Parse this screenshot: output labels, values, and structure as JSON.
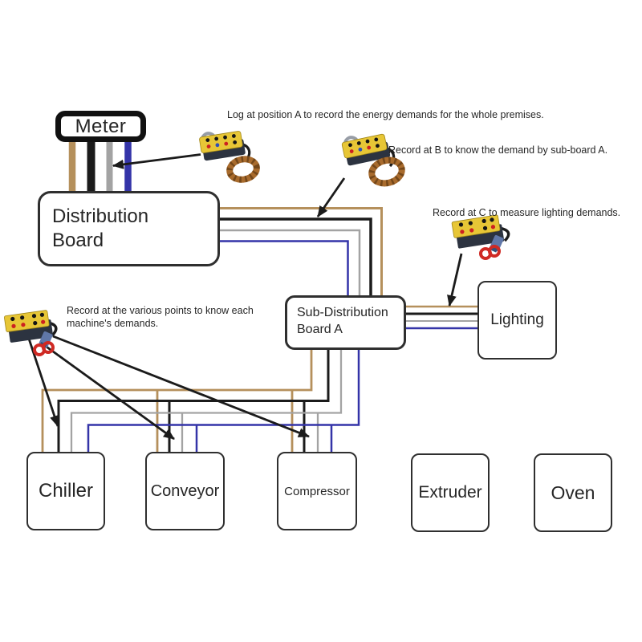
{
  "notes": {
    "a": "Log at position A to record the energy demands for the whole premises.",
    "b": "Record at B to know the demand by sub-board A.",
    "c": "Record at C to measure lighting demands.",
    "machines": "Record at the various points to know each machine's demands."
  },
  "nodes": {
    "meter": "Meter",
    "distribution_board": "Distribution Board",
    "sub_distribution_board": "Sub-Distribution Board A",
    "lighting": "Lighting",
    "machines": [
      "Chiller",
      "Conveyor",
      "Compressor",
      "Extruder",
      "Oven"
    ]
  },
  "icons": {
    "logger": "energy-data-logger",
    "coil": "current-transformer-coil",
    "clamp": "red-crocodile-clip"
  },
  "colors": {
    "wire-tan": "#b5905c",
    "wire-black": "#1b1b1b",
    "wire-gray": "#a3a3a3",
    "wire-blue": "#3434a8",
    "logger-yellow": "#e7c636",
    "logger-dark": "#2c3340",
    "coil-copper": "#a86b2d",
    "clamp-red": "#cf2a24",
    "connector-blue": "#6077a8",
    "box-border": "#2f2f2f",
    "text": "#262626"
  }
}
